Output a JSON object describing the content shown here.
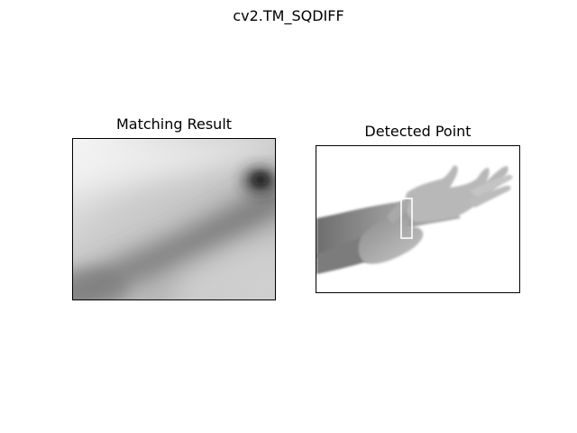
{
  "figure": {
    "suptitle": "cv2.TM_SQDIFF",
    "panels": [
      {
        "title": "Matching Result",
        "image": "template-matching-result-map",
        "colormap": "gray"
      },
      {
        "title": "Detected Point",
        "image": "grayscale-hands-photo",
        "colormap": "gray",
        "marker": "detection-rectangle"
      }
    ]
  },
  "colors": {
    "background": "#ffffff",
    "frame": "#000000",
    "darkest_match": "#111111",
    "marker": "#ffffff"
  }
}
